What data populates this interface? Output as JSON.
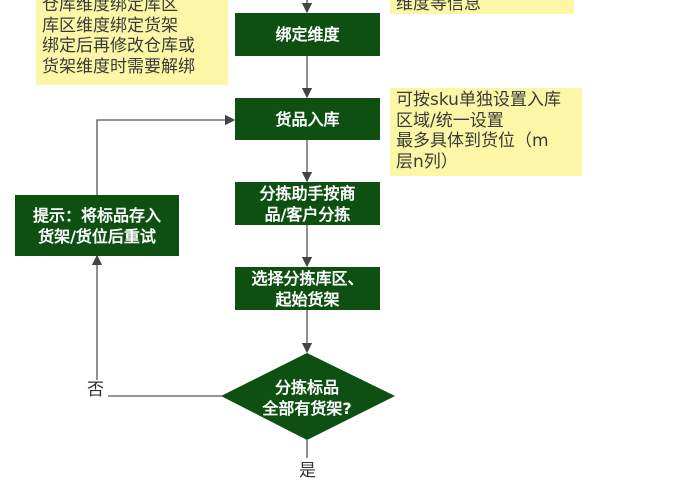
{
  "notes": {
    "left_top": [
      "仓库维度绑定库区",
      "库区维度绑定货架",
      "绑定后再修改仓库或",
      "货架维度时需要解绑"
    ],
    "right_top": [
      "维度等信息"
    ],
    "right_mid": [
      "可按sku单独设置入库",
      "区域/统一设置",
      "最多具体到货位（m",
      "层n列）"
    ]
  },
  "nodes": {
    "bind": "绑定维度",
    "inbound": "货品入库",
    "sort_line1": "分拣助手按商",
    "sort_line2": "品/客户分拣",
    "select_line1": "选择分拣库区、",
    "select_line2": "起始货架",
    "decision_line1": "分拣标品",
    "decision_line2": "全部有货架?",
    "hint_line1": "提示：将标品存入",
    "hint_line2": "货架/货位后重试"
  },
  "labels": {
    "no": "否",
    "yes": "是"
  },
  "colors": {
    "node": "#0e4f12",
    "note": "#fbf7a6",
    "line": "#555555"
  }
}
